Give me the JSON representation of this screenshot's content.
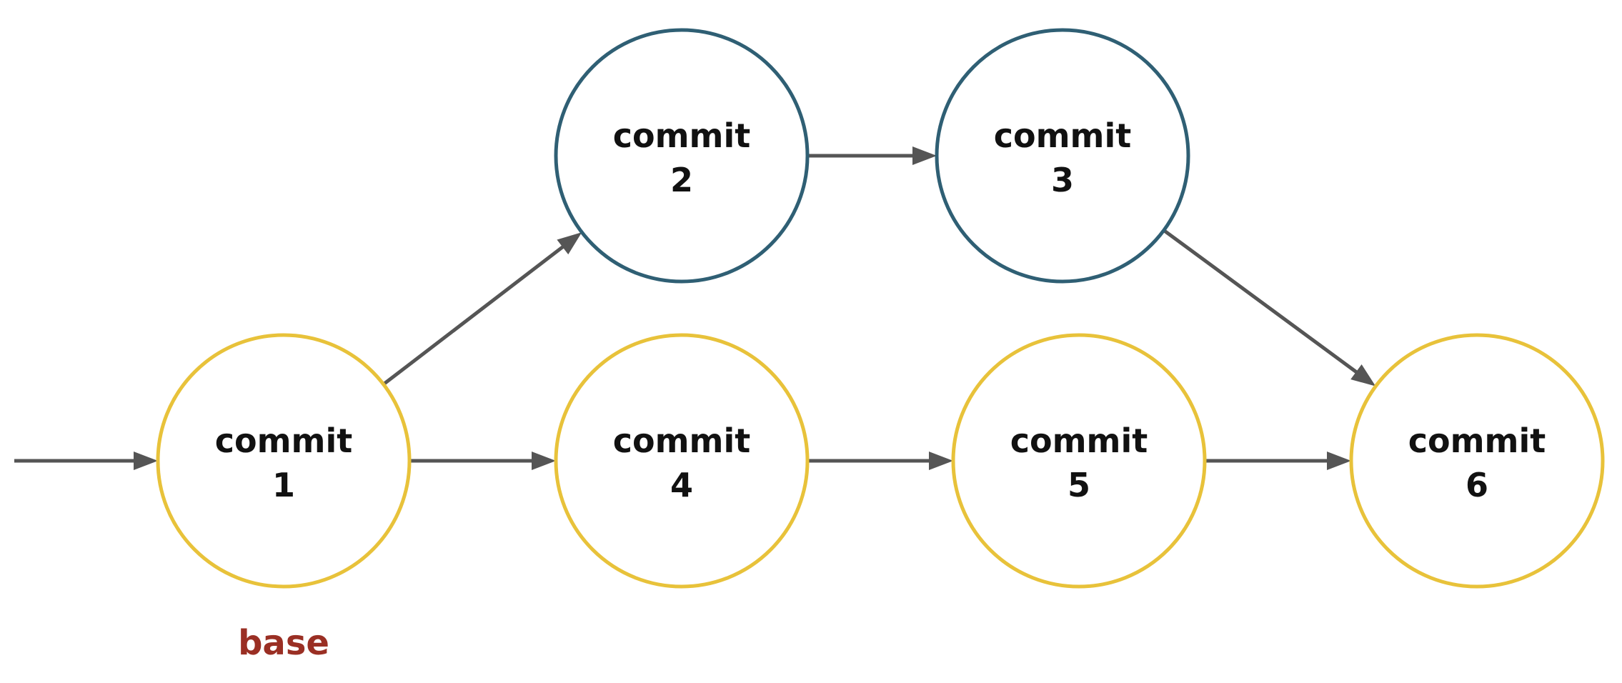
{
  "colors": {
    "feature_branch": "#2f5f74",
    "main_branch": "#e8c23a",
    "edge": "#555555",
    "base_label": "#9a2f24"
  },
  "nodes": [
    {
      "id": "c1",
      "line1": "commit",
      "line2": "1",
      "branch": "main"
    },
    {
      "id": "c2",
      "line1": "commit",
      "line2": "2",
      "branch": "feature"
    },
    {
      "id": "c3",
      "line1": "commit",
      "line2": "3",
      "branch": "feature"
    },
    {
      "id": "c4",
      "line1": "commit",
      "line2": "4",
      "branch": "main"
    },
    {
      "id": "c5",
      "line1": "commit",
      "line2": "5",
      "branch": "main"
    },
    {
      "id": "c6",
      "line1": "commit",
      "line2": "6",
      "branch": "main"
    }
  ],
  "edges": [
    {
      "from": "start",
      "to": "c1"
    },
    {
      "from": "c1",
      "to": "c2"
    },
    {
      "from": "c2",
      "to": "c3"
    },
    {
      "from": "c3",
      "to": "c6"
    },
    {
      "from": "c1",
      "to": "c4"
    },
    {
      "from": "c4",
      "to": "c5"
    },
    {
      "from": "c5",
      "to": "c6"
    }
  ],
  "base_label": "base"
}
